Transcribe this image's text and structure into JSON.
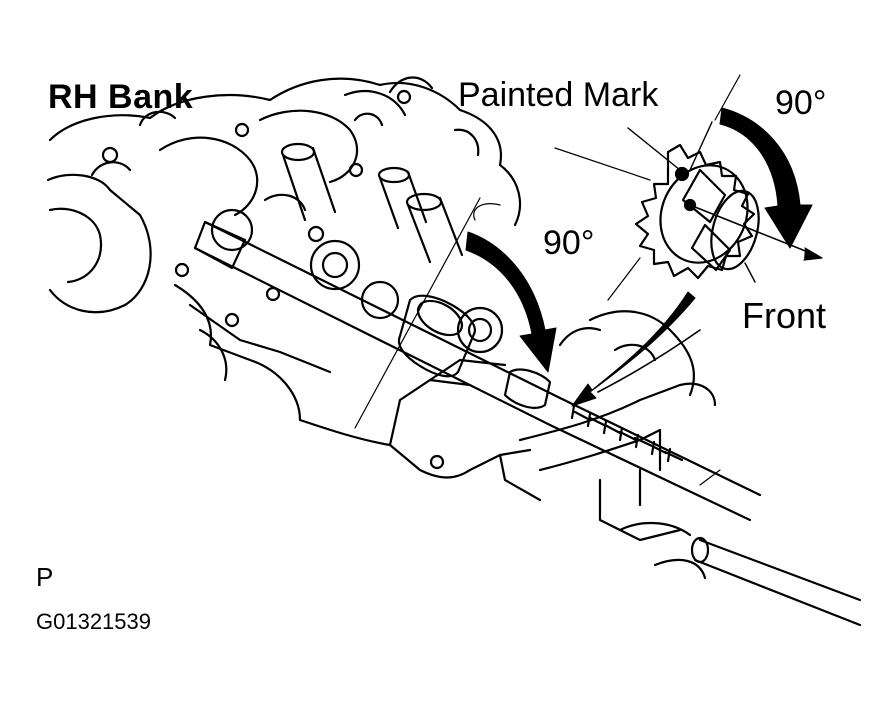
{
  "figure": {
    "labels": {
      "bank": "RH Bank",
      "painted_mark": "Painted Mark",
      "angle_top": "90°",
      "angle_mid": "90°",
      "front": "Front",
      "view_code": "P",
      "figure_id": "G01321539"
    },
    "colors": {
      "ink": "#000000",
      "paper": "#ffffff"
    }
  }
}
